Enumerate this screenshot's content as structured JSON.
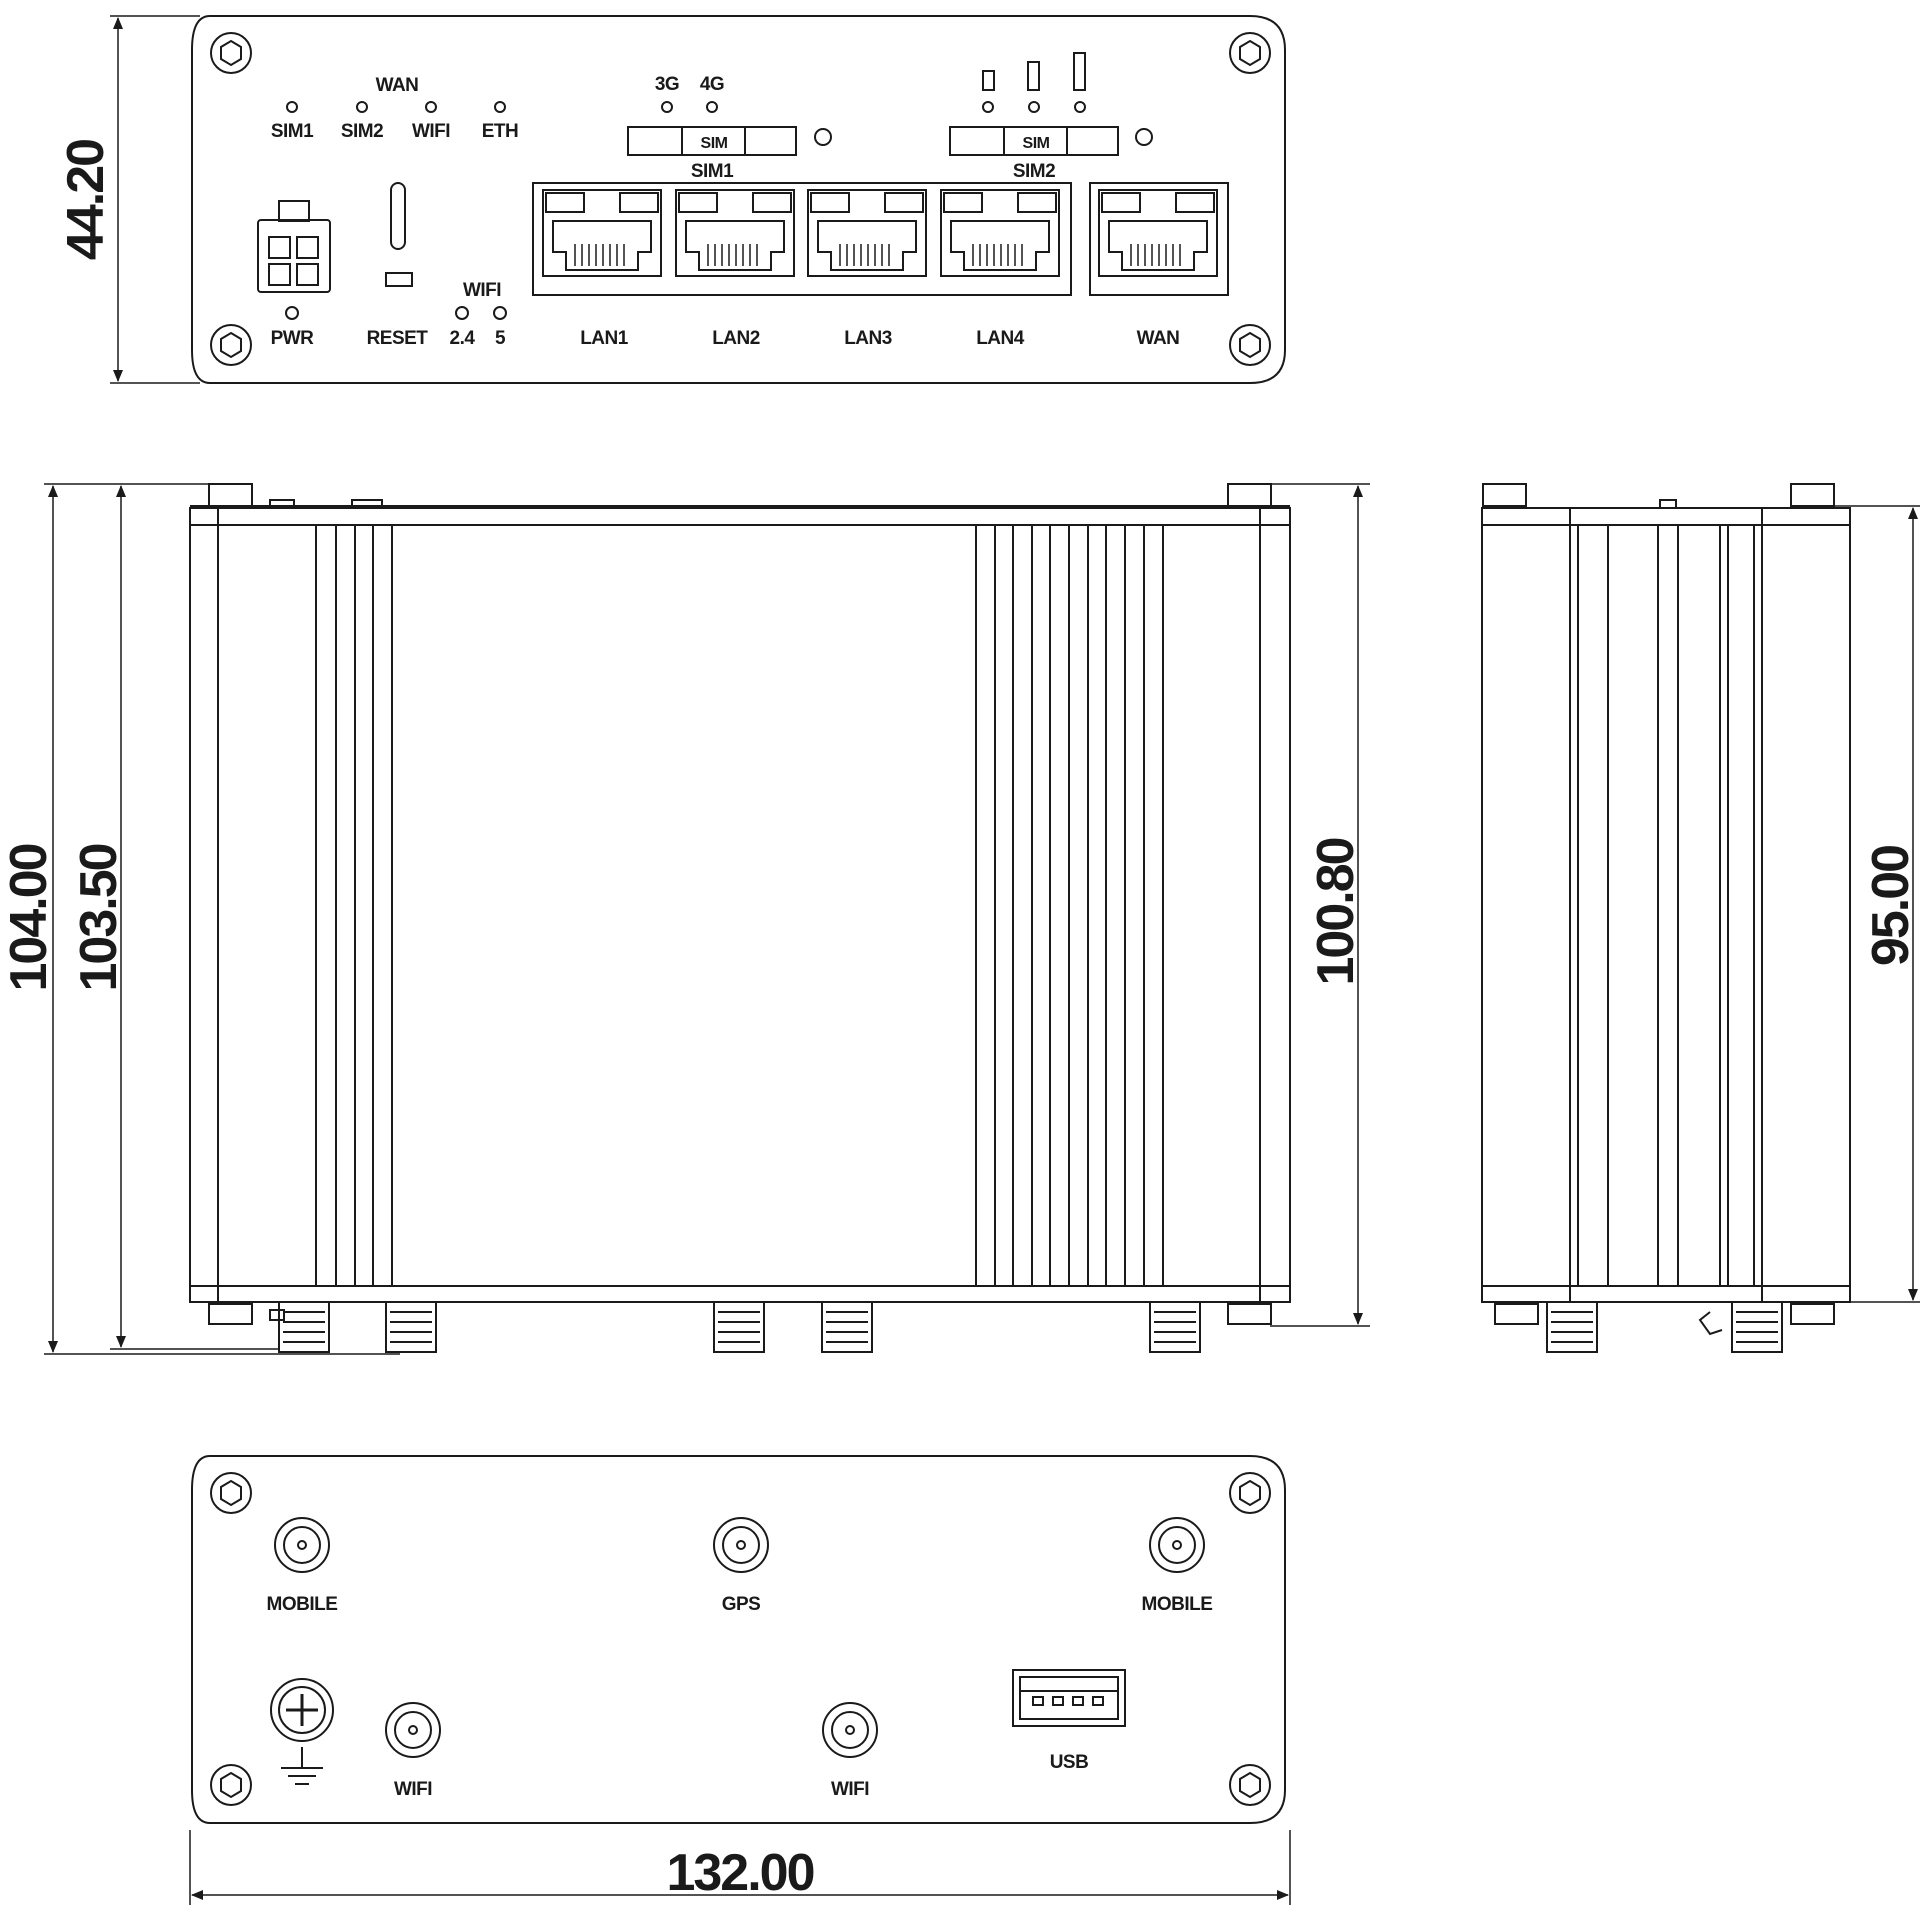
{
  "colors": {
    "stroke": "#1a1a1a",
    "background": "#ffffff"
  },
  "front_panel": {
    "leds": [
      {
        "label": "SIM1"
      },
      {
        "label": "SIM2"
      },
      {
        "label": "WIFI"
      },
      {
        "label": "ETH"
      }
    ],
    "wan_group_label": "WAN",
    "network_leds": [
      {
        "label": "3G"
      },
      {
        "label": "4G"
      }
    ],
    "sim_slots": [
      {
        "slot_text": "SIM",
        "label": "SIM1"
      },
      {
        "slot_text": "SIM",
        "label": "SIM2"
      }
    ],
    "power_label": "PWR",
    "reset_label": "RESET",
    "wifi_group_label": "WIFI",
    "wifi_bands": [
      "2.4",
      "5"
    ],
    "ports": [
      {
        "label": "LAN1"
      },
      {
        "label": "LAN2"
      },
      {
        "label": "LAN3"
      },
      {
        "label": "LAN4"
      },
      {
        "label": "WAN"
      }
    ]
  },
  "rear_panel": {
    "connectors": [
      {
        "label": "MOBILE"
      },
      {
        "label": "GPS"
      },
      {
        "label": "MOBILE"
      },
      {
        "label": "WIFI"
      },
      {
        "label": "WIFI"
      }
    ],
    "usb_label": "USB",
    "ground_icon": "ground-screw-icon"
  },
  "dimensions": {
    "front_height": "44.20",
    "top_total_depth": "104.00",
    "top_depth": "103.50",
    "top_body_depth": "100.80",
    "side_depth": "95.00",
    "width": "132.00"
  }
}
